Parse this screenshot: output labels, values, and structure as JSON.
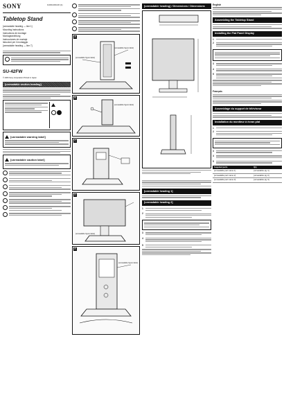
{
  "header": {
    "brand": "SONY",
    "doc_number": "0-000-000-00 (1)",
    "product_title": "Tabletop Stand"
  },
  "languages": [
    "[unreadable heading — line 1]",
    "Mounting Instructions",
    "Instructions de montage",
    "Montageanleitung",
    "Instrucciones de montaje",
    "Istruzioni per il montaggio",
    "[unreadable heading — line 7]"
  ],
  "model": "SU-42FW",
  "copyright": "© 2006 Sony Corporation   Printed in Japan",
  "sections": {
    "safety_bar": "[unreadable section heading]",
    "warning_label": "[unreadable warning label]",
    "caution_label": "[unreadable caution label]",
    "dimensions_bar": "[unreadable heading] / Dimensions / Dimensions",
    "en_label": "English",
    "en_assembling": "Assembling the Tabletop Stand",
    "en_installing": "Installing the Flat Panel Display",
    "fr_label": "Français",
    "fr_assembling": "Assemblage du support de téléviseur",
    "fr_installing": "Installation du moniteur à écran plat",
    "jp_bar_1": "[unreadable heading 1]",
    "jp_bar_2": "[unreadable heading 2]"
  },
  "figures": [
    "A",
    "B",
    "C",
    "D",
    "E"
  ],
  "figure_captions": {
    "a1": "[unreadable figure label]",
    "a2": "[unreadable figure label]",
    "b1": "[unreadable figure label]",
    "d1": "[unreadable figure label]",
    "e1": "[unreadable figure label]"
  },
  "parts_table": {
    "headers": [
      "Supplied parts",
      "Qty"
    ],
    "rows": [
      [
        "[unreadable part name 1]",
        "[unreadable qty 1]"
      ],
      [
        "[unreadable part name 2]",
        "[unreadable qty 2]"
      ],
      [
        "[unreadable part name 3]",
        "[unreadable qty 3]"
      ]
    ]
  },
  "steps": [
    "1",
    "2",
    "3",
    "4",
    "5"
  ]
}
